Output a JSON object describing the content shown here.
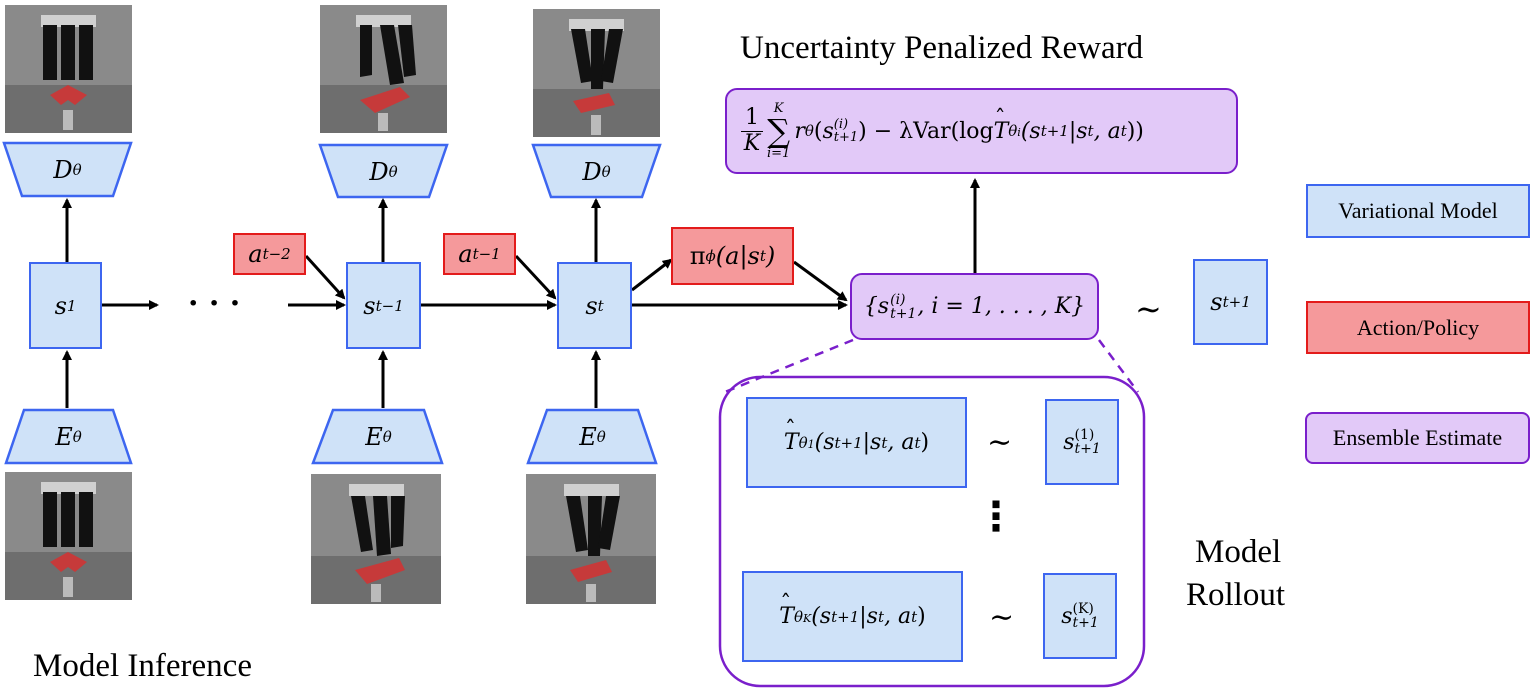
{
  "titles": {
    "reward_title": "Uncertainty Penalized Reward",
    "model_inference": "Model Inference",
    "model_rollout_line1": "Model",
    "model_rollout_line2": "Rollout"
  },
  "nodes": {
    "s1": "s",
    "s1_sub": "1",
    "st_minus1": "s",
    "st_minus1_sub": "t−1",
    "st": "s",
    "st_sub": "t",
    "st_plus1": "s",
    "st_plus1_sub": "t+1",
    "ellipsis": "· · ·",
    "vdots": "⋮",
    "tilde": "∼"
  },
  "actions": {
    "a_t2": "a",
    "a_t2_sub": "t−2",
    "a_t1": "a",
    "a_t1_sub": "t−1",
    "policy": "π",
    "policy_sub": "ϕ",
    "policy_arg": "(a|s",
    "policy_arg_sub": "t",
    "policy_close": ")"
  },
  "encoders": {
    "symbol": "E",
    "sub": "θ"
  },
  "decoders": {
    "symbol": "D",
    "sub": "θ"
  },
  "ensemble": {
    "set_open": "{s",
    "set_sup": "(i)",
    "set_sub": "t+1",
    "set_rest": ", i = 1, . . . , K}",
    "T1_sub": "θ",
    "T1_subsub": "1",
    "TK_sub": "θ",
    "TK_subsub": "K",
    "T_args": "(s",
    "T_args_sub1": "t+1",
    "T_args_mid": "|s",
    "T_args_sub2": "t",
    "T_args_mid2": ", a",
    "T_args_sub3": "t",
    "T_args_close": ")",
    "sample1_sup": "(1)",
    "sampleK_sup": "(K)",
    "sample_sub": "t+1"
  },
  "reward_formula": {
    "frac_num": "1",
    "frac_den": "K",
    "sum_top": "K",
    "sum_bottom": "i=1",
    "r": "r",
    "r_sub": "θ",
    "s_sup": "(i)",
    "s_sub": "t+1",
    "minus_lambda": "− λ",
    "var": "Var(log ",
    "T_sub": "θ",
    "T_subsub": "i",
    "args": "(s",
    "args_sub1": "t+1",
    "args_mid": "|s",
    "args_sub2": "t",
    "args_mid2": ", a",
    "args_sub3": "t",
    "args_close": "))"
  },
  "legend": {
    "variational_model": "Variational Model",
    "action_policy": "Action/Policy",
    "ensemble_estimate": "Ensemble Estimate"
  },
  "colors": {
    "blue_fill": "#cfe2f8",
    "blue_border": "#3d66f0",
    "red_fill": "#f5999b",
    "red_border": "#e31b1b",
    "purple_fill": "#e2c9f8",
    "purple_border": "#7a1fcb"
  }
}
